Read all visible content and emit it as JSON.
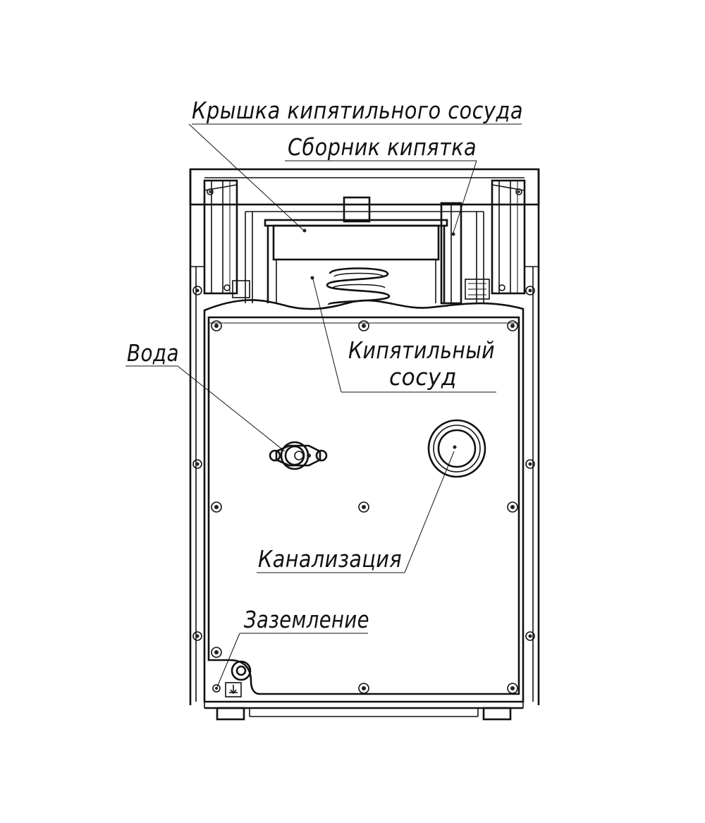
{
  "labels": {
    "lid": "Крышка кипятильного сосуда",
    "collector": "Сборник кипятка",
    "vessel_line1": "Кипятильный",
    "vessel_line2": "сосуд",
    "water": "Вода",
    "drain": "Канализация",
    "ground": "Заземление"
  },
  "colors": {
    "line": "#111111",
    "background": "#ffffff"
  },
  "icons": {
    "ground": "ground-symbol-icon"
  }
}
